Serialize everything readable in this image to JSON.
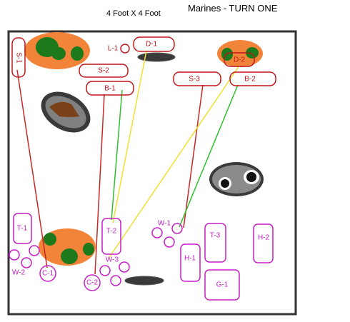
{
  "header": {
    "table_size": "4 Foot X 4 Foot",
    "title": "Marines - TURN ONE"
  },
  "colors": {
    "board_border": "#333333",
    "terrain_orange": "#f2843a",
    "terrain_green": "#1c7a1c",
    "rock_gray": "#7d7d7d",
    "rock_dark": "#2a2a2a",
    "crater_brown": "#7a4018",
    "red_unit": "#c0161c",
    "purple_unit": "#c51fc4",
    "line_red": "#c62828",
    "line_green": "#2fbf2f",
    "line_yellow": "#f0e030"
  },
  "red_units": [
    {
      "id": "s1",
      "label": "S-1"
    },
    {
      "id": "l1",
      "label": "L-1"
    },
    {
      "id": "d1",
      "label": "D-1"
    },
    {
      "id": "s2",
      "label": "S-2"
    },
    {
      "id": "b1",
      "label": "B-1"
    },
    {
      "id": "d2",
      "label": "D-2"
    },
    {
      "id": "s3",
      "label": "S-3"
    },
    {
      "id": "b2",
      "label": "B-2"
    }
  ],
  "purple_units": [
    {
      "id": "t1",
      "label": "T-1"
    },
    {
      "id": "t2",
      "label": "T-2"
    },
    {
      "id": "w1",
      "label": "W-1"
    },
    {
      "id": "t3",
      "label": "T-3"
    },
    {
      "id": "h2",
      "label": "H-2"
    },
    {
      "id": "h1",
      "label": "H-1"
    },
    {
      "id": "w3",
      "label": "W-3"
    },
    {
      "id": "w2",
      "label": "W-2"
    },
    {
      "id": "c1",
      "label": "C-1"
    },
    {
      "id": "c2",
      "label": "C-2"
    },
    {
      "id": "g1",
      "label": "G-1"
    }
  ]
}
